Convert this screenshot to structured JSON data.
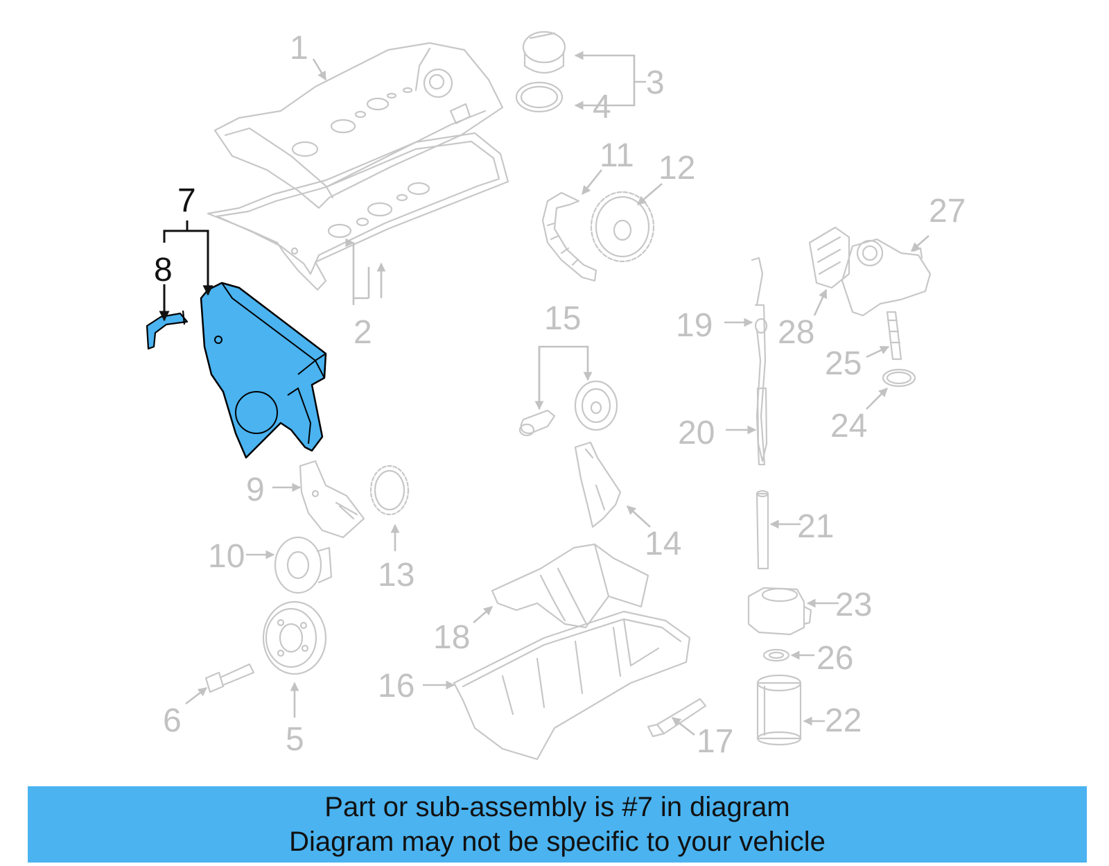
{
  "highlight_color": "#4ab3f0",
  "footer": {
    "line1": "Part or sub-assembly is #7 in diagram",
    "line2": "Diagram may not be specific to your vehicle"
  },
  "callouts": {
    "c1": "1",
    "c2": "2",
    "c3": "3",
    "c4": "4",
    "c5": "5",
    "c6": "6",
    "c7": "7",
    "c8": "8",
    "c9": "9",
    "c10": "10",
    "c11": "11",
    "c12": "12",
    "c13": "13",
    "c14": "14",
    "c15": "15",
    "c16": "16",
    "c17": "17",
    "c18": "18",
    "c19": "19",
    "c20": "20",
    "c21": "21",
    "c22": "22",
    "c23": "23",
    "c24": "24",
    "c25": "25",
    "c26": "26",
    "c27": "27",
    "c28": "28"
  }
}
